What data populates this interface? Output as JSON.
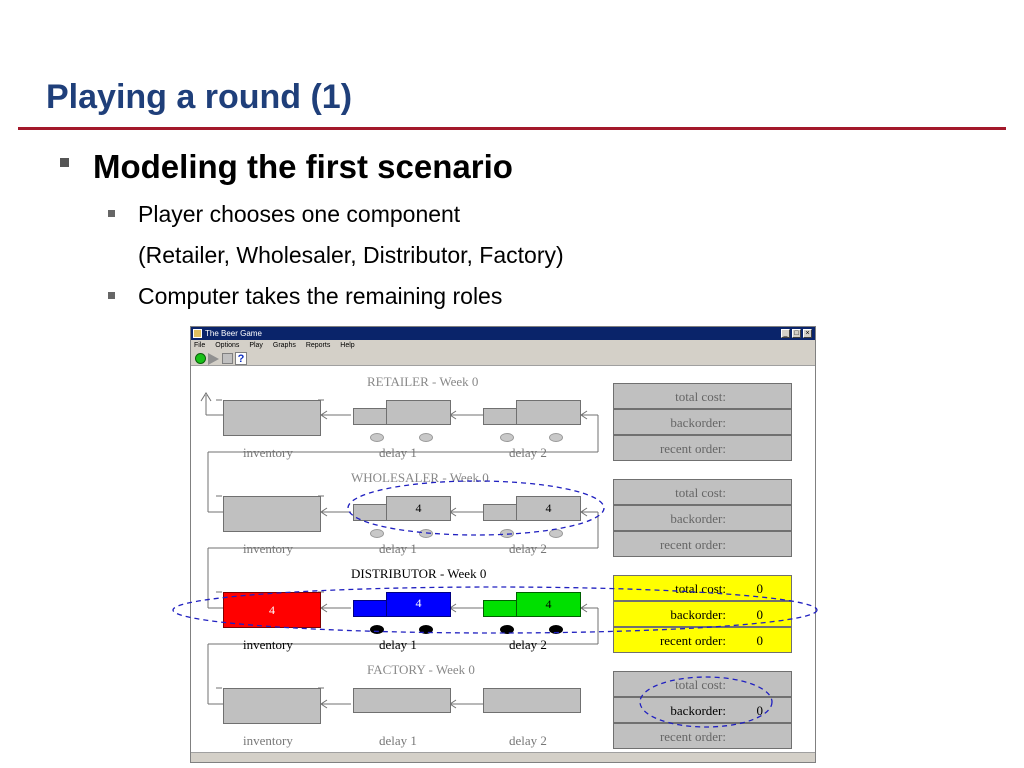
{
  "slide": {
    "title": "Playing a round (1)",
    "bullet1": "Modeling the first scenario",
    "sub1": "Player chooses one component",
    "sub1_cont": "(Retailer, Wholesaler, Distributor, Factory)",
    "sub2": "Computer takes the remaining roles",
    "accent_color": "#1f3f7a",
    "rule_color": "#a3182a"
  },
  "app": {
    "window_title": "The Beer Game",
    "menu": [
      "File",
      "Options",
      "Play",
      "Graphs",
      "Reports",
      "Help"
    ],
    "toolbar": {
      "help_glyph": "?"
    },
    "labels": {
      "inventory": "inventory",
      "delay1": "delay 1",
      "delay2": "delay 2"
    },
    "panel_labels": {
      "total_cost": "total cost:",
      "backorder": "backorder:",
      "recent_order": "recent order:"
    },
    "stages": [
      {
        "name": "RETAILER - Week 0",
        "inventory": "",
        "d1": "",
        "d2": "",
        "total_cost": "",
        "backorder": "",
        "recent_order": ""
      },
      {
        "name": "WHOLESALER - Week 0",
        "inventory": "",
        "d1": "4",
        "d2": "4",
        "total_cost": "",
        "backorder": "",
        "recent_order": ""
      },
      {
        "name": "DISTRIBUTOR - Week 0",
        "inventory": "4",
        "d1": "4",
        "d2": "4",
        "total_cost": "0",
        "backorder": "0",
        "recent_order": "0"
      },
      {
        "name": "FACTORY - Week 0",
        "inventory": "",
        "d1": "",
        "d2": "",
        "total_cost": "",
        "backorder": "0",
        "recent_order": ""
      }
    ],
    "colors": {
      "inventory_active": "#ff0000",
      "delay1_active": "#0000ff",
      "delay2_active": "#00e000",
      "panel_active": "#ffff00",
      "highlight": "#2020c0"
    }
  }
}
